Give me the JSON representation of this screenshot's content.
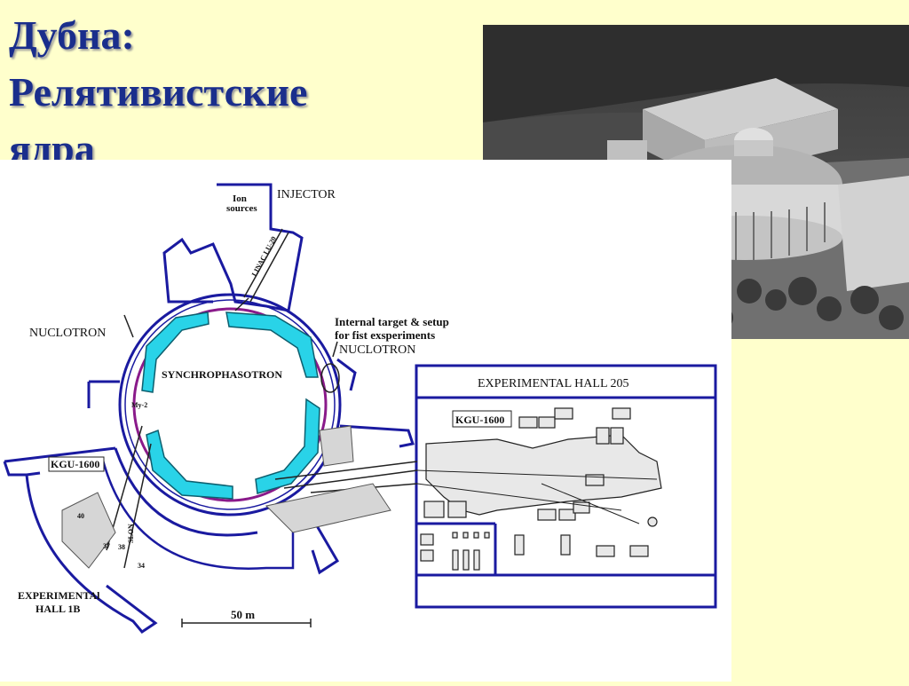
{
  "slide": {
    "title_line1": "Дубна:",
    "title_line2": "Релятивистские",
    "title_line3": "ядра"
  },
  "diagram": {
    "labels": {
      "ion_sources_1": "Ion",
      "ion_sources_2": "sources",
      "injector": "INJECTOR",
      "linac": "LINAC LU-20",
      "nuclotron": "NUCLOTRON",
      "internal_target_1": "Internal target & setup",
      "internal_target_2": "for fist exsperiments",
      "nuclotron_right": "NUCLOTRON",
      "synchrophasotron": "SYNCHROPHASOTRON",
      "kgu_left": "KGU-1600",
      "slon": "SLON",
      "exp_hall_1b_1": "EXPERIMENTAl",
      "exp_hall_1b_2": "HALL 1B",
      "scale": "50 m",
      "exp_hall_205": "EXPERIMENTAL HALL 205",
      "kgu_right": "KGU-1600",
      "my": "My-2",
      "n40": "40",
      "n37": "37",
      "n38": "38",
      "n34": "34"
    }
  },
  "colors": {
    "background": "#ffffcc",
    "title": "#1a2e8c",
    "outline": "#1a1aa0",
    "magnet": "#29d3e8",
    "ring": "#8a1a8a"
  }
}
